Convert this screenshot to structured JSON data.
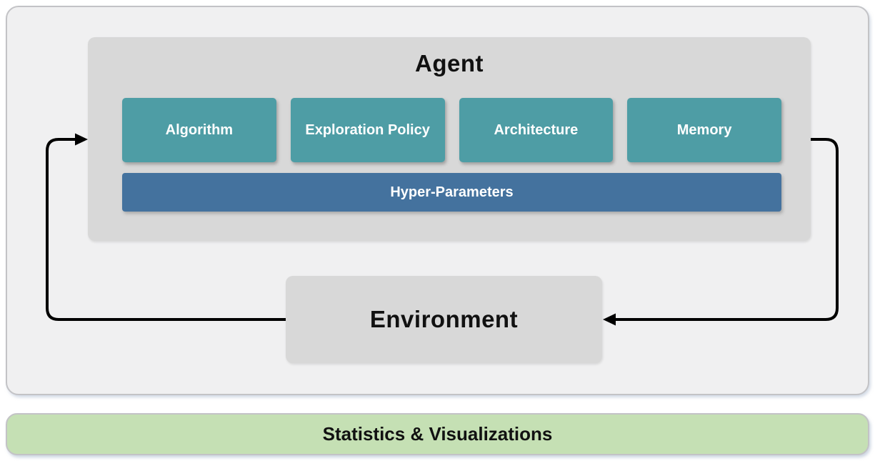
{
  "diagram": {
    "agent": {
      "title": "Agent",
      "components": [
        {
          "label": "Algorithm"
        },
        {
          "label": "Exploration Policy"
        },
        {
          "label": "Architecture"
        },
        {
          "label": "Memory"
        }
      ],
      "hyper_parameters_label": "Hyper-Parameters"
    },
    "environment_label": "Environment",
    "footer_label": "Statistics & Visualizations",
    "arrows": [
      {
        "name": "environment-to-agent",
        "from": "Environment",
        "to": "Agent"
      },
      {
        "name": "agent-to-environment",
        "from": "Agent",
        "to": "Environment"
      }
    ]
  },
  "colors": {
    "component_teal": "#4E9DA5",
    "hyper_parameters_blue": "#44729E",
    "box_gray": "#D8D8D8",
    "panel_gray": "#F0F0F1",
    "panel_border": "#C3C3C6",
    "footer_green": "#C5E0B4",
    "arrow_black": "#000000",
    "text_dark": "#111111",
    "text_light": "#FFFFFF"
  }
}
